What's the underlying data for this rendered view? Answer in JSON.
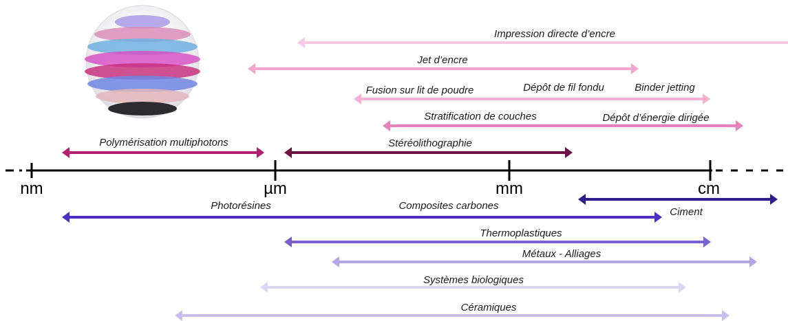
{
  "scale": {
    "ticks": [
      {
        "id": "nm",
        "label": "nm"
      },
      {
        "id": "um",
        "label": "µm"
      },
      {
        "id": "mm",
        "label": "mm"
      },
      {
        "id": "cm",
        "label": "cm"
      }
    ]
  },
  "processes": [
    {
      "id": "impression-directe-encre",
      "label": "Impression directe d’encre",
      "color": "#f6cbe1",
      "right_open": true
    },
    {
      "id": "jet-encre",
      "label": "Jet d’encre",
      "color": "#f0a6cf"
    },
    {
      "id": "fusion-lit-poudre",
      "label": "Fusion sur lit de poudre",
      "color": "#f3b0d4"
    },
    {
      "id": "depot-fil-fondu",
      "label": "Dépôt de fil fondu",
      "color": "#f3b0d4"
    },
    {
      "id": "binder-jetting",
      "label": "Binder jetting",
      "color": "#f3b0d4"
    },
    {
      "id": "stratification-couches",
      "label": "Stratification de couches",
      "color": "#ea7fbd"
    },
    {
      "id": "depot-energie-dirigee",
      "label": "Dépôt d’énergie dirigée",
      "color": "#ea7fbd"
    },
    {
      "id": "polymerisation-multiphotons",
      "label": "Polymérisation multiphotons",
      "color": "#b31e6f"
    },
    {
      "id": "stereolithographie",
      "label": "Stéréolithographie",
      "color": "#6d1245"
    }
  ],
  "materials": [
    {
      "id": "ciment",
      "label": "Ciment",
      "color": "#2e1c8a"
    },
    {
      "id": "photoresines",
      "label": "Photorésines",
      "color": "#4b2fc6"
    },
    {
      "id": "composites-carbones",
      "label": "Composites carbones",
      "color": "#4b2fc6"
    },
    {
      "id": "thermoplastiques",
      "label": "Thermoplastiques",
      "color": "#7a61d6"
    },
    {
      "id": "metaux-alliages",
      "label": "Métaux - Alliages",
      "color": "#b3a6e8"
    },
    {
      "id": "systemes-biologiques",
      "label": "Systèmes biologiques",
      "color": "#dcd6f3"
    },
    {
      "id": "ceramiques",
      "label": "Céramiques",
      "color": "#c9bfef"
    }
  ]
}
